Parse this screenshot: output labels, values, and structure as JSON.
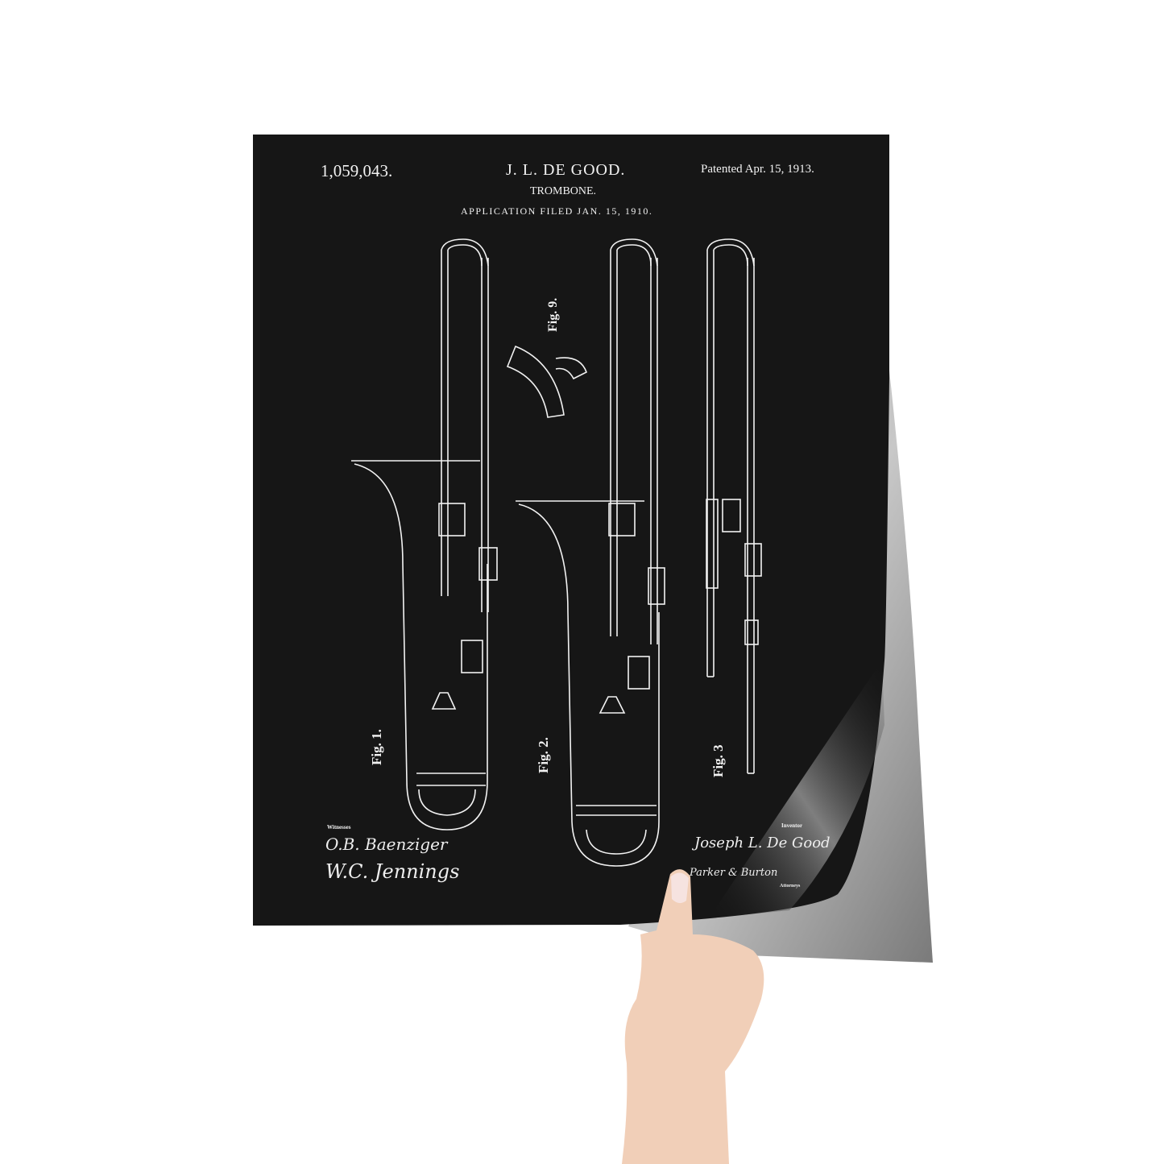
{
  "poster": {
    "patent_number": "1,059,043.",
    "inventor_name": "J. L. DE GOOD.",
    "title": "TROMBONE.",
    "application": "APPLICATION FILED JAN. 15, 1910.",
    "patented": "Patented Apr. 15, 1913.",
    "figures": [
      "Fig. 1.",
      "Fig. 2.",
      "Fig. 3",
      "Fig. 9."
    ],
    "witnesses_label": "Witnesses",
    "witness_signatures": [
      "O.B. Baenziger",
      "W.C. Jennings"
    ],
    "inventor_label": "Inventor",
    "inventor_signature": "Joseph L. De Good",
    "attorneys_signature": "Parker & Burton",
    "attorneys_label": "Attorneys"
  },
  "colors": {
    "poster_background": "#161616",
    "drawing_lines": "#f2f2f2",
    "page_background": "#ffffff",
    "skin": "#f1cfb8"
  }
}
